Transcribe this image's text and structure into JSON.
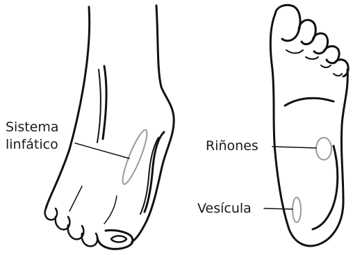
{
  "labels": {
    "sistema_linfatico": [
      "Sistema",
      "linfático"
    ],
    "rinones": "Riñones",
    "vesicula": "Vesícula"
  },
  "colors": {
    "line": "#111111",
    "zone": "#9a9a9a",
    "background": "#ffffff"
  }
}
